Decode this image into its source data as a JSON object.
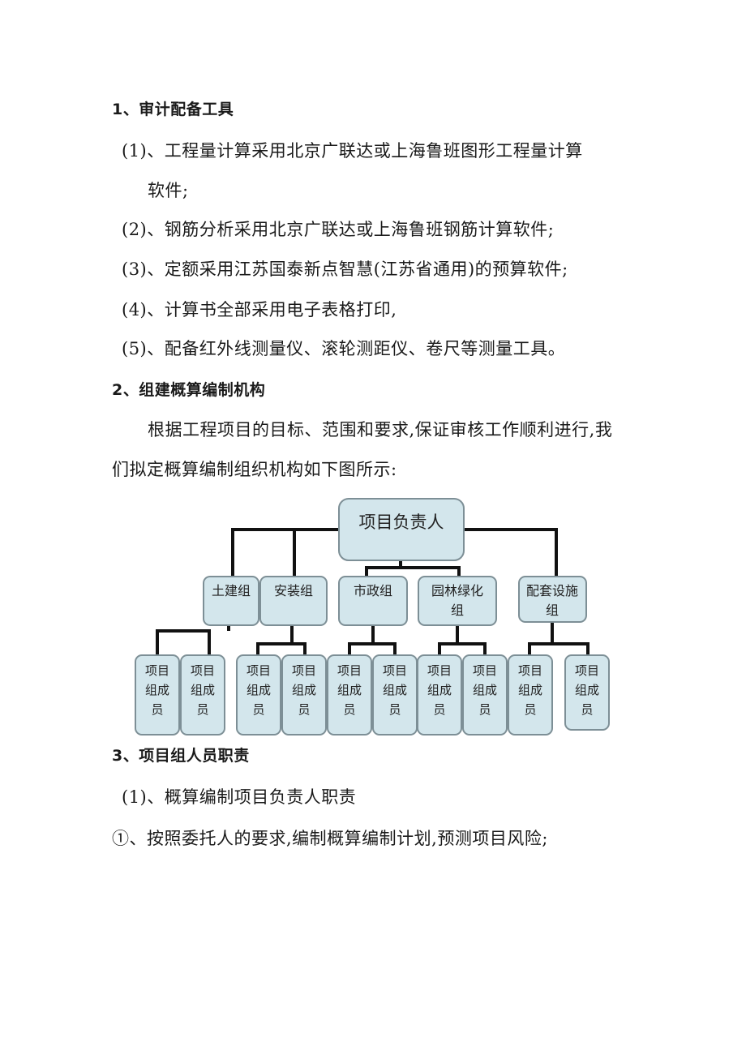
{
  "sections": {
    "s1_title": "1、审计配备工具",
    "s1_item1_a": "(1)、工程量计算采用北京广联达或上海鲁班图形工程量计算",
    "s1_item1_b": "软件;",
    "s1_item2": "(2)、钢筋分析采用北京广联达或上海鲁班钢筋计算软件;",
    "s1_item3": "(3)、定额采用江苏国泰新点智慧(江苏省通用)的预算软件;",
    "s1_item4": "(4)、计算书全部采用电子表格打印,",
    "s1_item5": "(5)、配备红外线测量仪、滚轮测距仪、卷尺等测量工具。",
    "s2_title": "2、组建概算编制机构",
    "s2_para_a": "根据工程项目的目标、范围和要求,保证审核工作顺利进行,我",
    "s2_para_b": "们拟定概算编制组织机构如下图所示:",
    "s3_title": "3、项目组人员职责",
    "s3_sub1": "(1)、概算编制项目负责人职责",
    "s3_item1": "①、按照委托人的要求,编制概算编制计划,预测项目风险;"
  },
  "org_chart": {
    "root": "项目负责人",
    "groups": [
      {
        "line1": "土建组",
        "line2": ""
      },
      {
        "line1": "安装组",
        "line2": ""
      },
      {
        "line1": "市政组",
        "line2": ""
      },
      {
        "line1": "园林绿化",
        "line2": "组"
      },
      {
        "line1": "配套设施",
        "line2": "组"
      }
    ],
    "member": {
      "line1": "项目",
      "line2": "组成",
      "line3": "员"
    },
    "member_count": 10
  },
  "colors": {
    "box_fill": "#d3e6ec",
    "box_stroke": "#7d8f96",
    "connector": "#111111"
  }
}
